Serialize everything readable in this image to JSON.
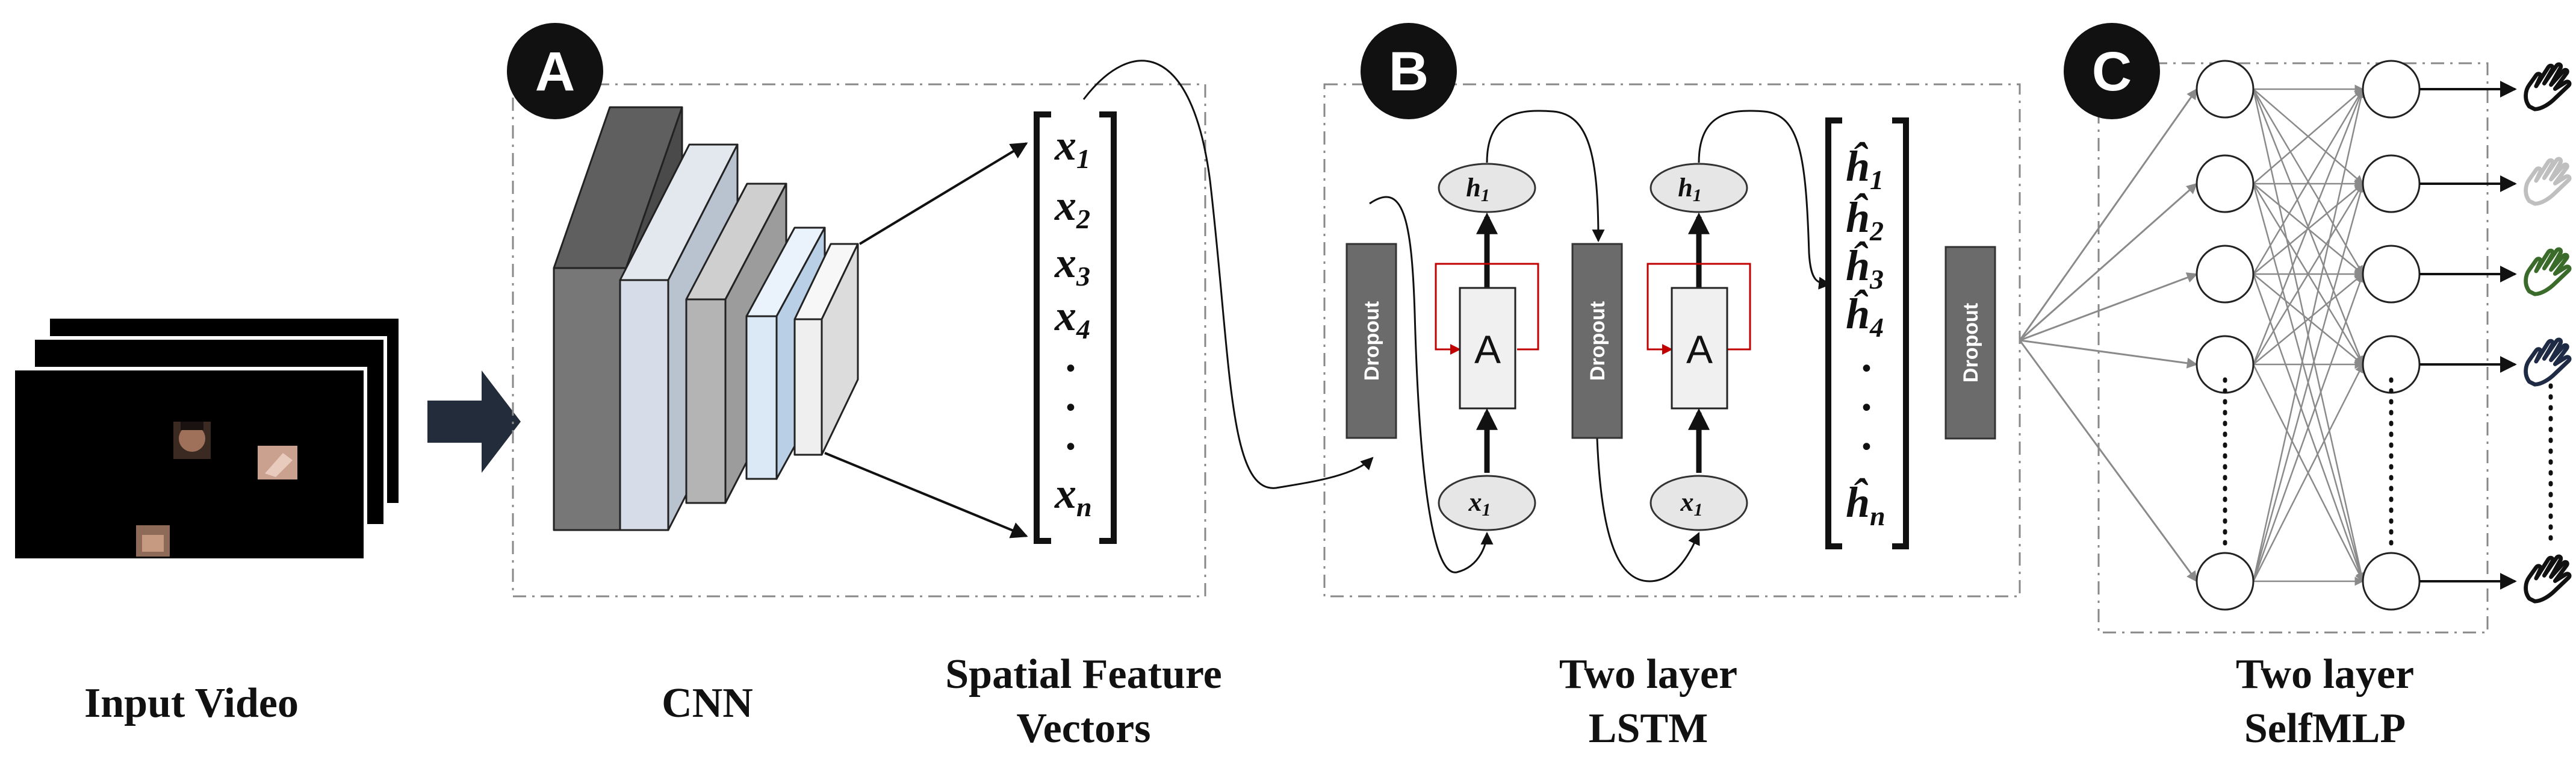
{
  "badges": {
    "a": "A",
    "b": "B",
    "c": "C"
  },
  "captions": {
    "input_video": "Input Video",
    "cnn": "CNN",
    "spatial_line1": "Spatial Feature",
    "spatial_line2": "Vectors",
    "lstm_line1": "Two layer",
    "lstm_line2": "LSTM",
    "mlp_line1": "Two layer",
    "mlp_line2": "SelfMLP"
  },
  "feature_vector": {
    "symbol": "x",
    "subscripts": [
      "1",
      "2",
      "3",
      "4"
    ],
    "ellipsis": [
      "·",
      "·",
      "·"
    ],
    "last_subscript": "n"
  },
  "lstm": {
    "dropout_label": "Dropout",
    "cell_label": "A",
    "hidden_node": {
      "symbol": "h",
      "subscript": "1"
    },
    "input_node": {
      "symbol": "x",
      "subscript": "1"
    }
  },
  "hidden_vector": {
    "symbol": "ĥ",
    "subscripts": [
      "1",
      "2",
      "3",
      "4"
    ],
    "ellipsis": [
      "·",
      "·",
      "·"
    ],
    "last_subscript": "n"
  },
  "colors": {
    "badge": "#111111",
    "dropout": "#6b6b6b",
    "recurrent_loop": "#c00000",
    "hand_green": "#3a6b2a",
    "hand_navy": "#1f2a44",
    "hand_light": "#bfbfbf",
    "mlp_edges": "#8a8a8a"
  }
}
